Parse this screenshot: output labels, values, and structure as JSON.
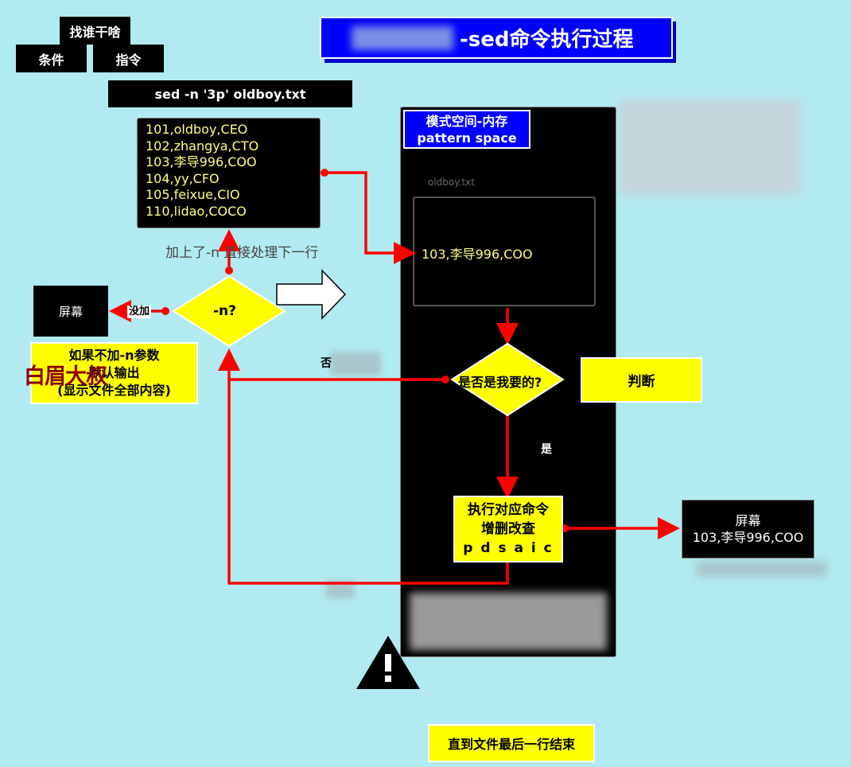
{
  "header": {
    "who_label": "找谁干啥",
    "condition_label": "条件",
    "instruction_label": "指令",
    "command": "sed -n '3p' oldboy.txt"
  },
  "title": {
    "suffix": "-sed命令执行过程"
  },
  "file": {
    "lines": [
      "101,oldboy,CEO",
      "102,zhangya,CTO",
      "103,李导996,COO",
      "104,yy,CFO",
      "105,feixue,CIO",
      "110,lidao,COCO"
    ],
    "name": "oldboy.txt"
  },
  "pattern_space": {
    "label_cn": "模式空间-内存",
    "label_en": "pattern space",
    "content": "103,李导996,COO"
  },
  "flow": {
    "n_note": "加上了-n 直接处理下一行",
    "n_decision": "-n?",
    "no_add_label": "没加",
    "screen_left": "屏幕",
    "note_line1": "如果不加-n参数",
    "note_line2": "默认输出",
    "note_line3": "(显示文件全部内容)",
    "watermark": "白眉大叔",
    "no_label": "否",
    "yes_label": "是",
    "decision": "是否是我要的?",
    "judge_label": "判断",
    "exec_line1": "执行对应命令",
    "exec_line2": "增删改查",
    "exec_line3": "p d s a i c",
    "screen_right_line1": "屏幕",
    "screen_right_line2": "103,李导996,COO",
    "end_label": "直到文件最后一行结束"
  },
  "colors": {
    "background": "#b1ebf1",
    "arrow": "#ff0000",
    "highlight": "#ffff00",
    "title_bg": "#0000ff"
  }
}
